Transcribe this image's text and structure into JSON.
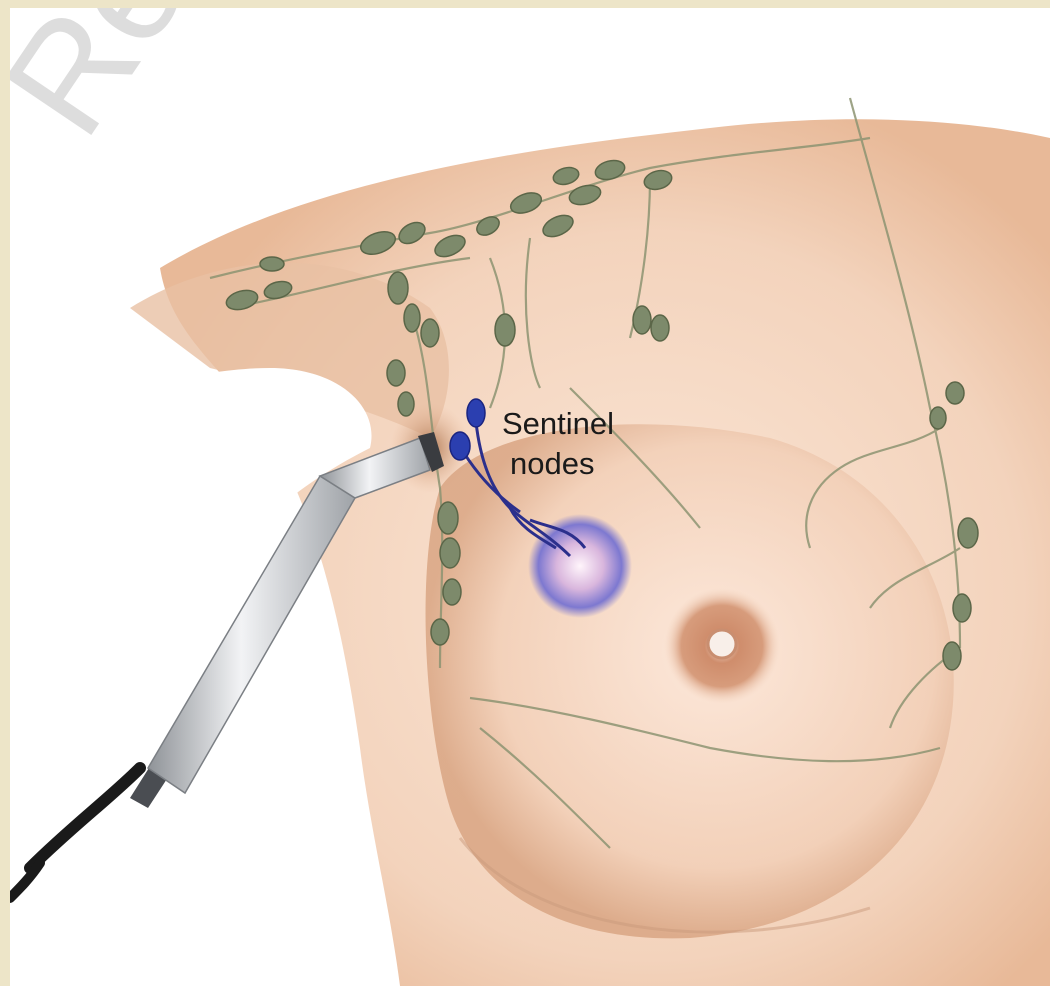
{
  "annotation": {
    "line1": "Sentinel",
    "line2": "nodes"
  },
  "watermark": {
    "text": "Rechte bei der Autorin"
  },
  "colors": {
    "frame": "#ede5c8",
    "skin": "#f5d8c2",
    "lymph_node": "#7d8a6b",
    "sentinel_node": "#2b3fb0",
    "tumor": "#8c86d6",
    "probe": "#c9ccd0",
    "cable": "#1a1a1a"
  },
  "icons": [
    "gamma-probe-icon",
    "sentinel-node-icon",
    "lymph-node-icon",
    "tumor-icon",
    "nipple-icon"
  ]
}
